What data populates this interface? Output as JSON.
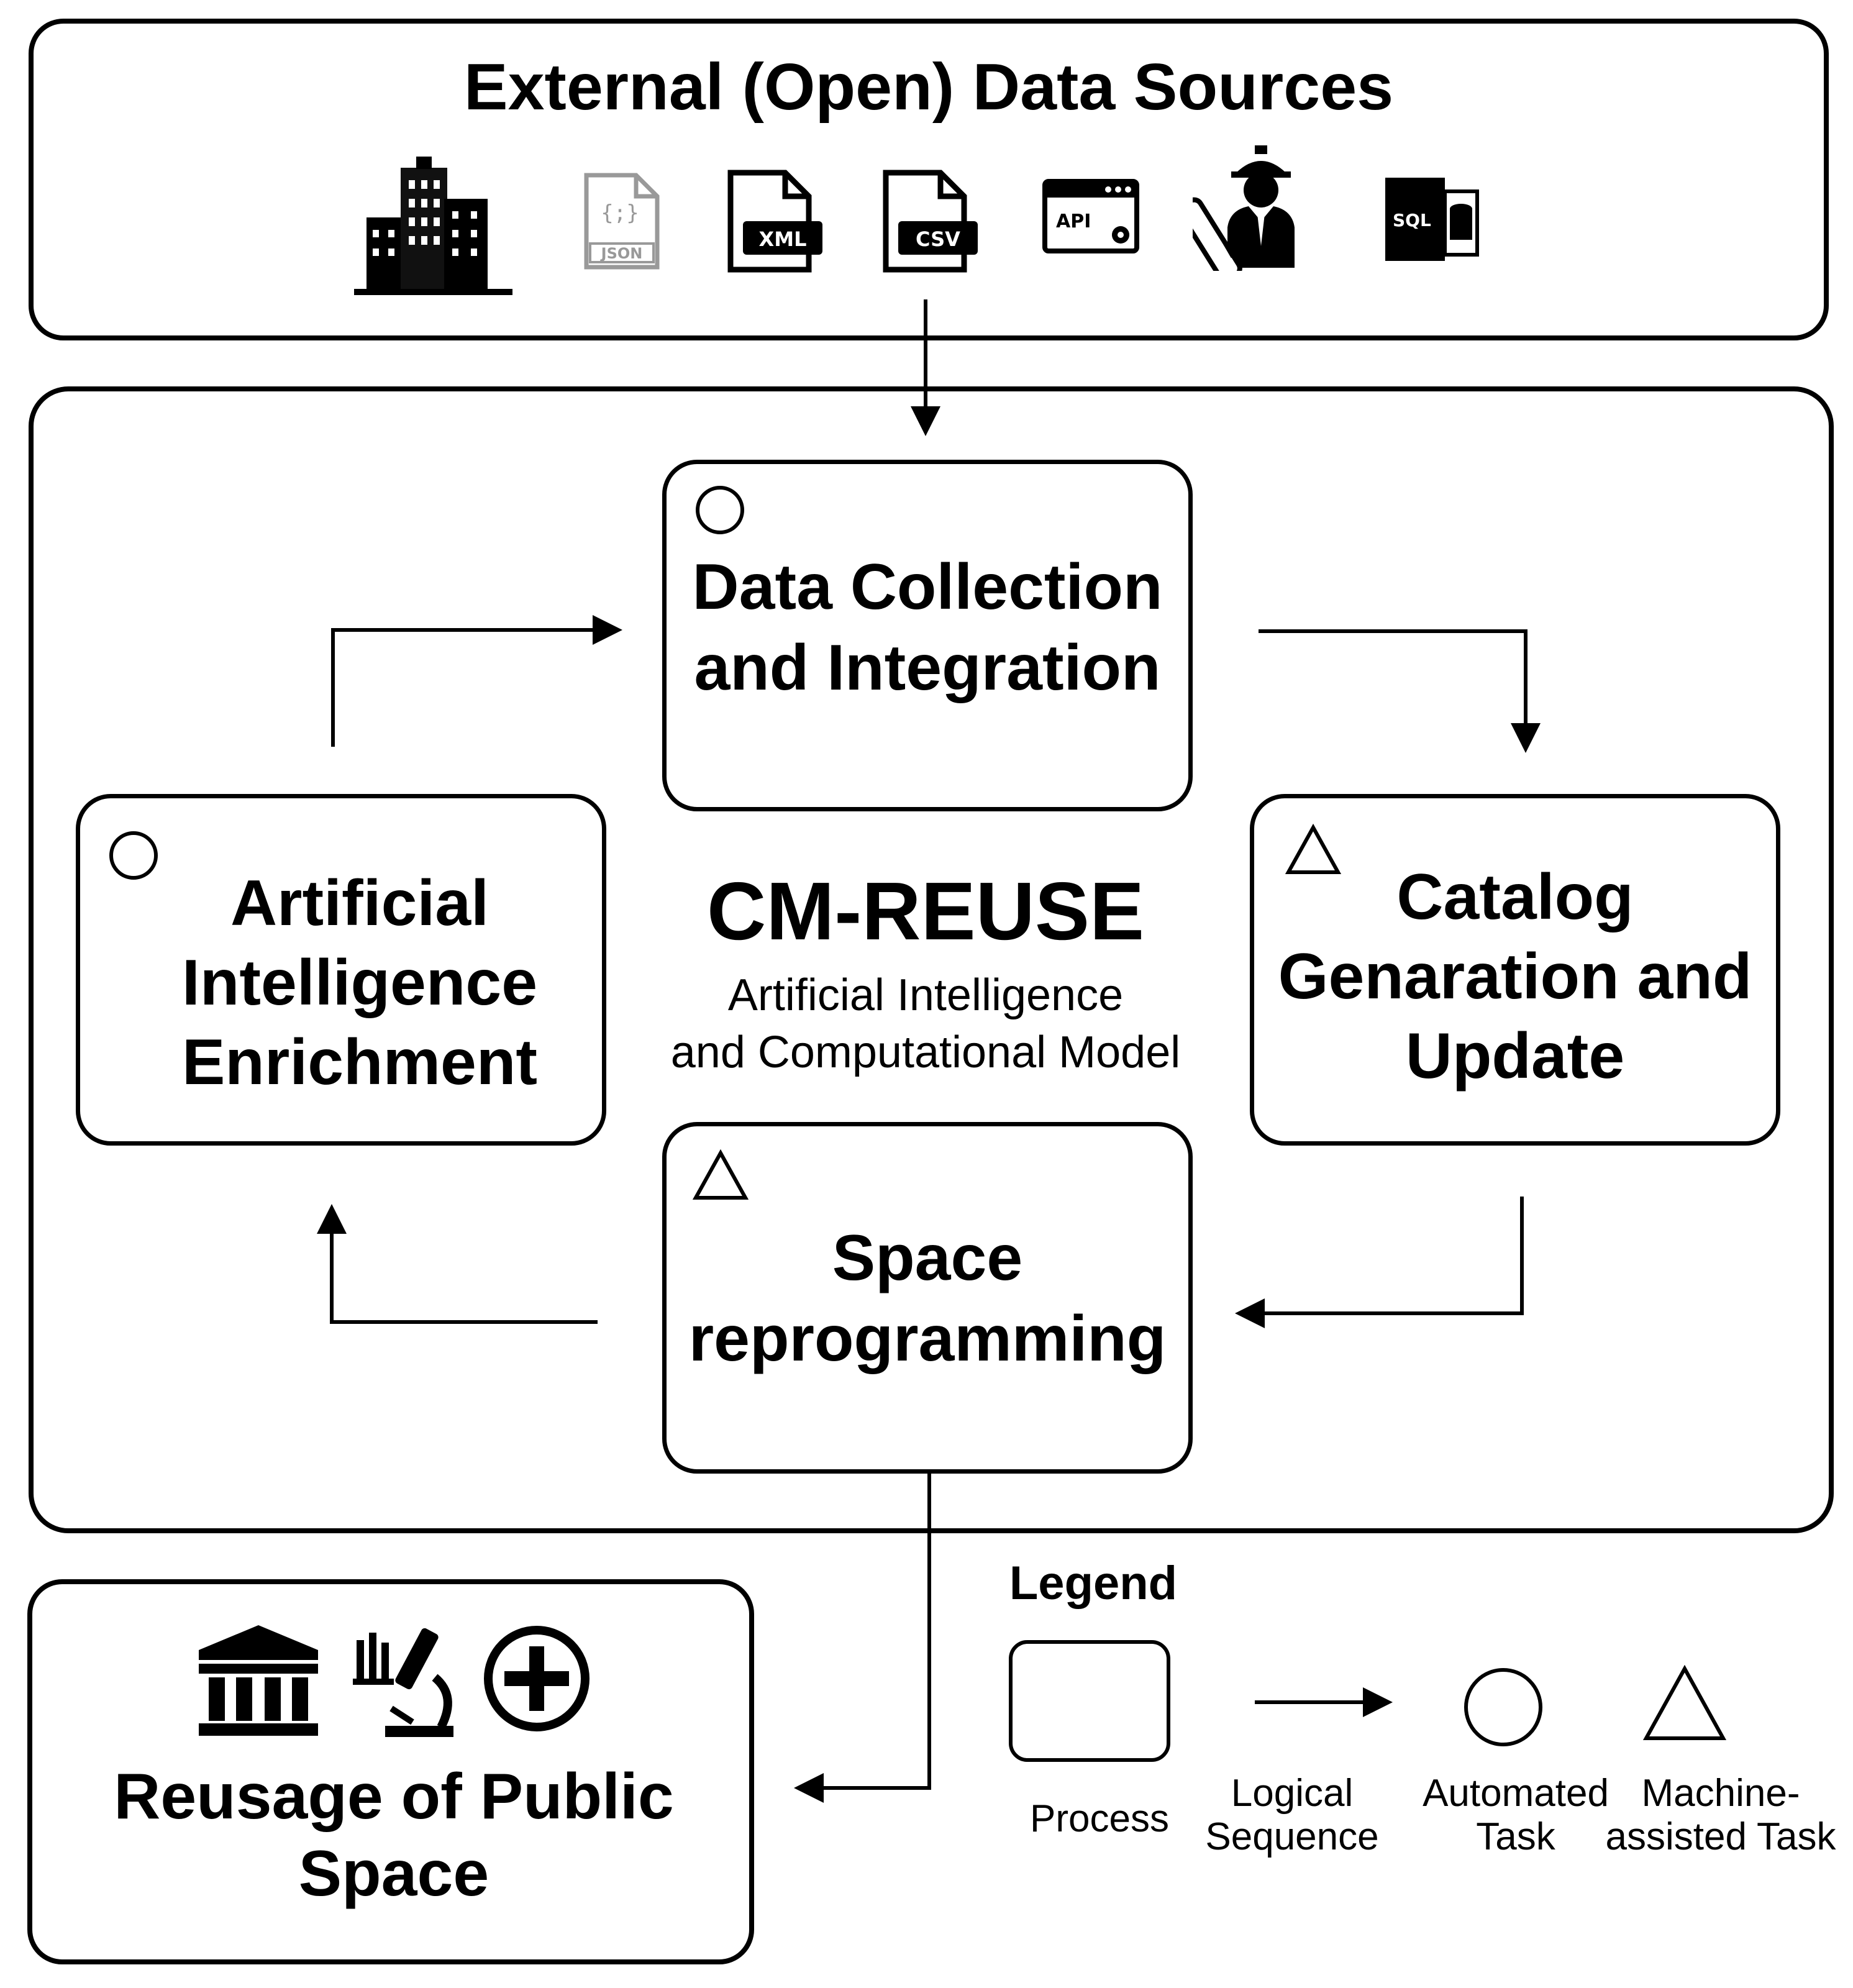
{
  "sources": {
    "title": "External (Open) Data Sources",
    "icons": [
      {
        "name": "building-icon"
      },
      {
        "name": "json-file-icon",
        "label": "JSON",
        "glyph": "{;}"
      },
      {
        "name": "xml-file-icon",
        "label": "XML"
      },
      {
        "name": "csv-file-icon",
        "label": "CSV"
      },
      {
        "name": "api-window-icon",
        "label": "API"
      },
      {
        "name": "engineer-icon"
      },
      {
        "name": "sql-database-icon",
        "label": "SQL"
      }
    ]
  },
  "model": {
    "name": "CM-REUSE",
    "subtitle_line1": "Artificial Intelligence",
    "subtitle_line2": "and Computational Model"
  },
  "processes": {
    "collection": {
      "line1": "Data Collection",
      "line2": "and Integration",
      "marker": "circle"
    },
    "catalog": {
      "line1": "Catalog",
      "line2": "Genaration and",
      "line3": "Update",
      "marker": "triangle"
    },
    "space": {
      "line1": "Space",
      "line2": "reprogramming",
      "marker": "triangle"
    },
    "ai": {
      "line1": "Artificial",
      "line2": "Intelligence",
      "line3": "Enrichment",
      "marker": "circle"
    }
  },
  "reuse": {
    "line1": "Reusage of Public",
    "line2": "Space",
    "icons": [
      "government-building-icon",
      "lab-microscope-icon",
      "health-plus-icon"
    ]
  },
  "legend": {
    "title": "Legend",
    "process": "Process",
    "sequence_line1": "Logical",
    "sequence_line2": "Sequence",
    "automated_line1": "Automated",
    "automated_line2": "Task",
    "assisted_line1": "Machine-",
    "assisted_line2": "assisted Task"
  }
}
